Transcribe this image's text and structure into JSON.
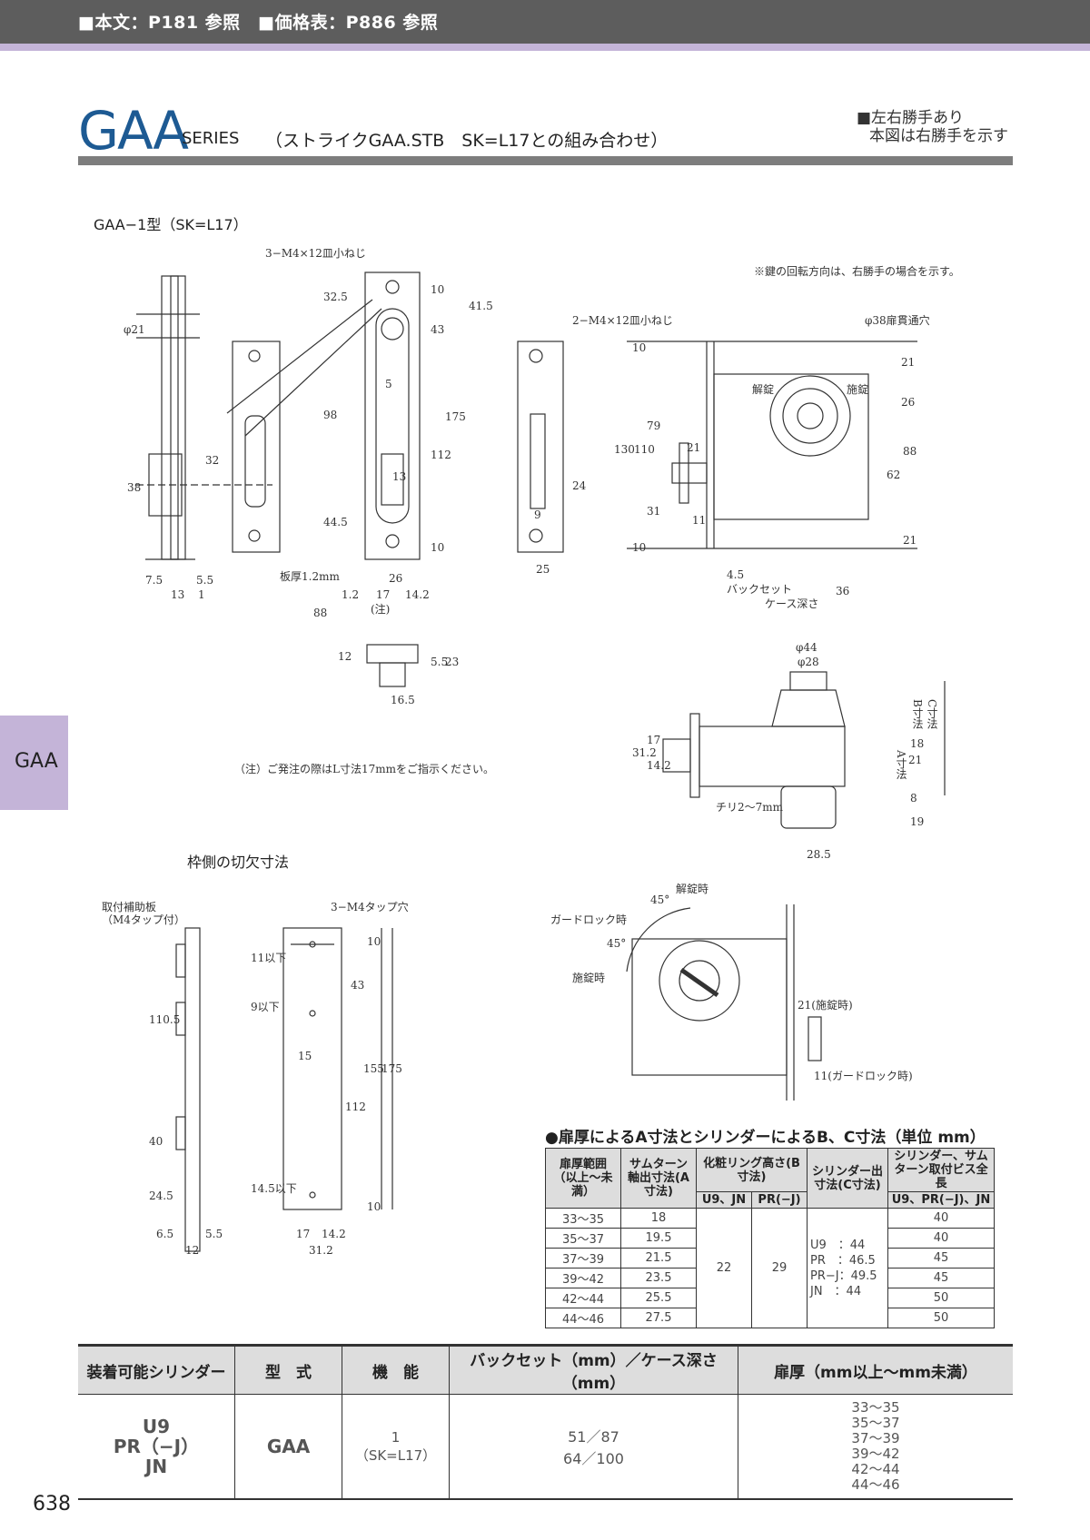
{
  "header": {
    "text": "■本文：P181 参照　■価格表：P886 参照"
  },
  "title": {
    "series": "GAA",
    "series_word": "SERIES",
    "subtitle": "（ストライクGAA.STB　SK=L17との組み合わせ）",
    "hand_note_1": "■左右勝手あり",
    "hand_note_2": "本図は右勝手を示す"
  },
  "side_tab": "GAA",
  "drawing": {
    "model_label": "GAA−1型（SK=L17）",
    "screw_top": "3−M4×12皿小ねじ",
    "screw_strike": "2−M4×12皿小ねじ",
    "rotation_note": "※鍵の回転方向は、右勝手の場合を示す。",
    "through_hole": "φ38扉貫通穴",
    "unlock": "解錠",
    "lock": "施錠",
    "plate_thickness": "板厚1.2mm",
    "order_note": "（注）ご発注の際はL寸法17mmをご指示ください。",
    "backset": "バックセット",
    "case_depth": "ケース深さ",
    "chiri": "チリ2〜7mm",
    "b_dim": "B寸法",
    "c_dim": "C寸法",
    "a_dim": "A寸法",
    "phi44": "φ44",
    "phi28": "φ28",
    "frame_cutout": "枠側の切欠寸法",
    "reinforce": "取付補助板",
    "reinforce_sub": "（M4タップ付）",
    "tap_hole": "3−M4タップ穴",
    "unlocked_when": "解錠時",
    "guard_lock_when": "ガードロック時",
    "locked_when": "施錠時",
    "locked_21": "21(施錠時)",
    "guard_11": "11(ガードロック時)",
    "note_label": "(注)",
    "deg45a": "45°",
    "deg45b": "45°",
    "dims": [
      "32.5",
      "φ21",
      "98",
      "175",
      "41.5",
      "43",
      "112",
      "13",
      "5",
      "32",
      "38",
      "44.5",
      "10",
      "10",
      "7.5",
      "5.5",
      "13",
      "1",
      "26",
      "1.2",
      "17",
      "14.2",
      "88",
      "25",
      "24",
      "9",
      "130",
      "110",
      "79",
      "31",
      "21",
      "11",
      "10",
      "10",
      "4.5",
      "36",
      "21",
      "26",
      "62",
      "88",
      "21",
      "12",
      "5.5",
      "23",
      "16.5",
      "31.2",
      "17",
      "14.2",
      "21",
      "18",
      "8",
      "19",
      "28.5",
      "110.5",
      "40",
      "24.5",
      "6.5",
      "5.5",
      "12",
      "11以下",
      "9以下",
      "14.5以下",
      "43",
      "155",
      "175",
      "112",
      "15",
      "10",
      "10",
      "17",
      "14.2",
      "31.2"
    ]
  },
  "spec_table": {
    "title": "●扉厚によるA寸法とシリンダーによるB、C寸法（単位 mm）",
    "h_range": "扉厚範囲（以上〜未満）",
    "h_a": "サムターン軸出寸法(A寸法)",
    "h_b": "化粧リング高さ(B寸法)",
    "h_b_u9": "U9、JN",
    "h_b_pr": "PR(−J)",
    "h_c": "シリンダー出寸法(C寸法)",
    "h_len": "シリンダー、サムターン取付ビス全長",
    "h_len_sub": "U9、PR(−J)、JN",
    "rows": [
      {
        "range": "33〜35",
        "a": "18",
        "len": "40"
      },
      {
        "range": "35〜37",
        "a": "19.5",
        "len": "40"
      },
      {
        "range": "37〜39",
        "a": "21.5",
        "len": "45"
      },
      {
        "range": "39〜42",
        "a": "23.5",
        "len": "45"
      },
      {
        "range": "42〜44",
        "a": "25.5",
        "len": "50"
      },
      {
        "range": "44〜46",
        "a": "27.5",
        "len": "50"
      }
    ],
    "b_u9": "22",
    "b_pr": "29",
    "c_lines": [
      "U9　：44",
      "PR　：46.5",
      "PR−J：49.5",
      "JN　：44"
    ]
  },
  "main_table": {
    "headers": [
      "装着可能シリンダー",
      "型　式",
      "機　能",
      "バックセット（mm）／ケース深さ（mm）",
      "扉厚（mm以上〜mm未満）"
    ],
    "cylinders": [
      "U9",
      "PR（−J）",
      "JN"
    ],
    "model": "GAA",
    "function": "1",
    "function_sub": "（SK=L17）",
    "backset_case": [
      "51／87",
      "64／100"
    ],
    "thickness": [
      "33〜35",
      "35〜37",
      "37〜39",
      "39〜42",
      "42〜44",
      "44〜46"
    ]
  },
  "page_number": "638",
  "colors": {
    "header_bg": "#5d5d5d",
    "accent_lavender": "#c4b4d8",
    "title_blue": "#1d5a93"
  }
}
